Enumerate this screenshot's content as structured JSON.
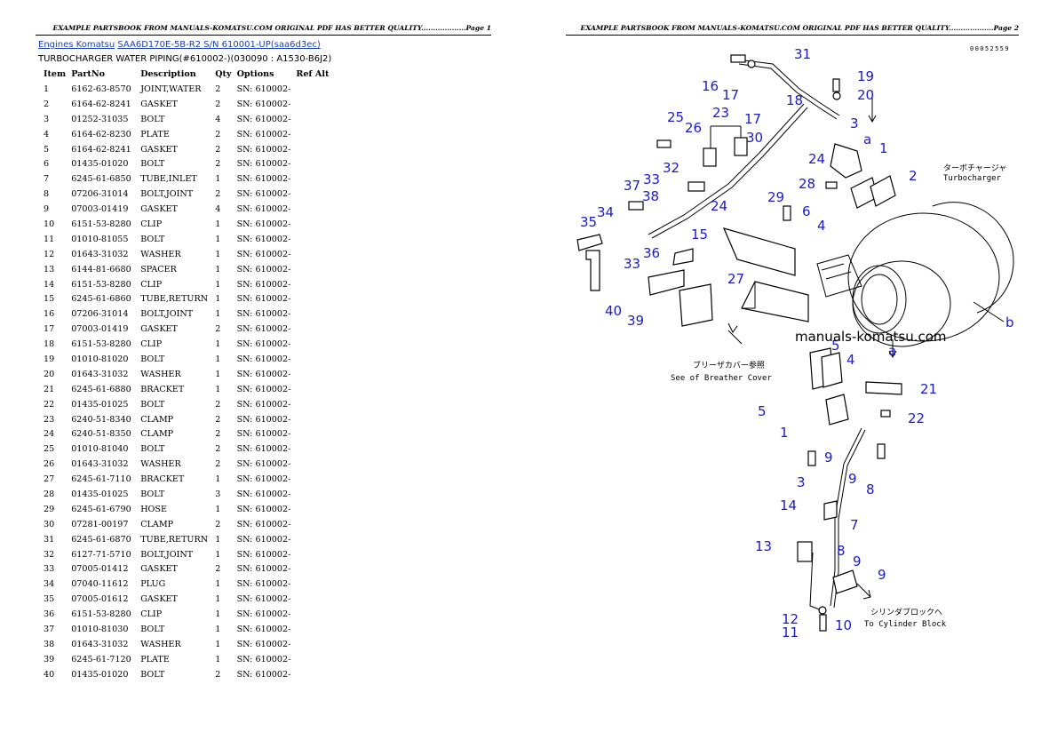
{
  "header": {
    "page1": "EXAMPLE PARTSBOOK FROM MANUALS-KOMATSU.COM ORIGINAL PDF HAS BETTER QUALITY...................Page 1",
    "page2": "EXAMPLE PARTSBOOK FROM MANUALS-KOMATSU.COM ORIGINAL PDF HAS BETTER QUALITY...................Page 2"
  },
  "breadcrumb": {
    "link1": "Engines Komatsu",
    "link2": "SAA6D170E-5B-R2 S/N 610001-UP(saa6d3ec)"
  },
  "subtitle": "TURBOCHARGER WATER PIPING(#610002-)(030090 : A1530-B6J2)",
  "ref_code": "00052559",
  "table": {
    "headers": [
      "Item",
      "PartNo",
      "Description",
      "Qty",
      "Options",
      "Ref Alt"
    ],
    "rows": [
      [
        "1",
        "6162-63-8570",
        "JOINT,WATER",
        "2",
        "SN: 610002-",
        ""
      ],
      [
        "2",
        "6164-62-8241",
        "GASKET",
        "2",
        "SN: 610002-",
        ""
      ],
      [
        "3",
        "01252-31035",
        "BOLT",
        "4",
        "SN: 610002-",
        ""
      ],
      [
        "4",
        "6164-62-8230",
        "PLATE",
        "2",
        "SN: 610002-",
        ""
      ],
      [
        "5",
        "6164-62-8241",
        "GASKET",
        "2",
        "SN: 610002-",
        ""
      ],
      [
        "6",
        "01435-01020",
        "BOLT",
        "2",
        "SN: 610002-",
        ""
      ],
      [
        "7",
        "6245-61-6850",
        "TUBE,INLET",
        "1",
        "SN: 610002-",
        ""
      ],
      [
        "8",
        "07206-31014",
        "BOLT,JOINT",
        "2",
        "SN: 610002-",
        ""
      ],
      [
        "9",
        "07003-01419",
        "GASKET",
        "4",
        "SN: 610002-",
        ""
      ],
      [
        "10",
        "6151-53-8280",
        "CLIP",
        "1",
        "SN: 610002-",
        ""
      ],
      [
        "11",
        "01010-81055",
        "BOLT",
        "1",
        "SN: 610002-",
        ""
      ],
      [
        "12",
        "01643-31032",
        "WASHER",
        "1",
        "SN: 610002-",
        ""
      ],
      [
        "13",
        "6144-81-6680",
        "SPACER",
        "1",
        "SN: 610002-",
        ""
      ],
      [
        "14",
        "6151-53-8280",
        "CLIP",
        "1",
        "SN: 610002-",
        ""
      ],
      [
        "15",
        "6245-61-6860",
        "TUBE,RETURN",
        "1",
        "SN: 610002-",
        ""
      ],
      [
        "16",
        "07206-31014",
        "BOLT,JOINT",
        "1",
        "SN: 610002-",
        ""
      ],
      [
        "17",
        "07003-01419",
        "GASKET",
        "2",
        "SN: 610002-",
        ""
      ],
      [
        "18",
        "6151-53-8280",
        "CLIP",
        "1",
        "SN: 610002-",
        ""
      ],
      [
        "19",
        "01010-81020",
        "BOLT",
        "1",
        "SN: 610002-",
        ""
      ],
      [
        "20",
        "01643-31032",
        "WASHER",
        "1",
        "SN: 610002-",
        ""
      ],
      [
        "21",
        "6245-61-6880",
        "BRACKET",
        "1",
        "SN: 610002-",
        ""
      ],
      [
        "22",
        "01435-01025",
        "BOLT",
        "2",
        "SN: 610002-",
        ""
      ],
      [
        "23",
        "6240-51-8340",
        "CLAMP",
        "2",
        "SN: 610002-",
        ""
      ],
      [
        "24",
        "6240-51-8350",
        "CLAMP",
        "2",
        "SN: 610002-",
        ""
      ],
      [
        "25",
        "01010-81040",
        "BOLT",
        "2",
        "SN: 610002-",
        ""
      ],
      [
        "26",
        "01643-31032",
        "WASHER",
        "2",
        "SN: 610002-",
        ""
      ],
      [
        "27",
        "6245-61-7110",
        "BRACKET",
        "1",
        "SN: 610002-",
        ""
      ],
      [
        "28",
        "01435-01025",
        "BOLT",
        "3",
        "SN: 610002-",
        ""
      ],
      [
        "29",
        "6245-61-6790",
        "HOSE",
        "1",
        "SN: 610002-",
        ""
      ],
      [
        "30",
        "07281-00197",
        "CLAMP",
        "2",
        "SN: 610002-",
        ""
      ],
      [
        "31",
        "6245-61-6870",
        "TUBE,RETURN",
        "1",
        "SN: 610002-",
        ""
      ],
      [
        "32",
        "6127-71-5710",
        "BOLT,JOINT",
        "1",
        "SN: 610002-",
        ""
      ],
      [
        "33",
        "07005-01412",
        "GASKET",
        "2",
        "SN: 610002-",
        ""
      ],
      [
        "34",
        "07040-11612",
        "PLUG",
        "1",
        "SN: 610002-",
        ""
      ],
      [
        "35",
        "07005-01612",
        "GASKET",
        "1",
        "SN: 610002-",
        ""
      ],
      [
        "36",
        "6151-53-8280",
        "CLIP",
        "1",
        "SN: 610002-",
        ""
      ],
      [
        "37",
        "01010-81030",
        "BOLT",
        "1",
        "SN: 610002-",
        ""
      ],
      [
        "38",
        "01643-31032",
        "WASHER",
        "1",
        "SN: 610002-",
        ""
      ],
      [
        "39",
        "6245-61-7120",
        "PLATE",
        "1",
        "SN: 610002-",
        ""
      ],
      [
        "40",
        "01435-01020",
        "BOLT",
        "2",
        "SN: 610002-",
        ""
      ]
    ]
  },
  "diagram": {
    "callouts": [
      "31",
      "19",
      "16",
      "17",
      "20",
      "18",
      "25",
      "26",
      "23",
      "17",
      "30",
      "3",
      "1",
      "24",
      "2",
      "37",
      "33",
      "38",
      "32",
      "28",
      "6",
      "4",
      "35",
      "34",
      "29",
      "24",
      "15",
      "36",
      "33",
      "27",
      "40",
      "39",
      "5",
      "4",
      "21",
      "5",
      "22",
      "1",
      "9",
      "3",
      "9",
      "8",
      "14",
      "7",
      "13",
      "8",
      "9",
      "9",
      "12",
      "10",
      "11"
    ],
    "letter_a": "a",
    "letter_a2": "a",
    "letter_b": "b",
    "turbo_jp": "ターボチャージャ",
    "turbo_en": "Turbocharger",
    "breather_jp": "ブリーザカバー参照",
    "breather_en": "See of Breather Cover",
    "cylinder_jp": "シリンダブロックへ",
    "cylinder_en": "To Cylinder Block",
    "watermark": "manuals-komatsu.com"
  }
}
